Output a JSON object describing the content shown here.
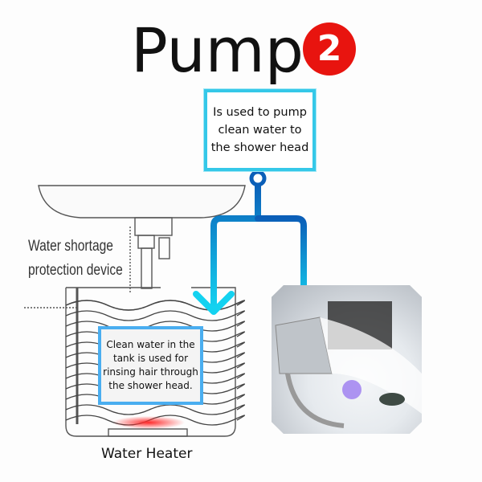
{
  "title": "Pump",
  "badge": "2",
  "top_note": "Is used to pump clean water to the shower head",
  "tank_note": "Clean water in the tank is used for rinsing hair through the shower head.",
  "labels": {
    "shortage": "Water shortage protection device",
    "heater": "Water Heater"
  },
  "colors": {
    "accent": "#35c8e8",
    "badge": "#e8140f",
    "pipe": "#1a6fc4"
  }
}
